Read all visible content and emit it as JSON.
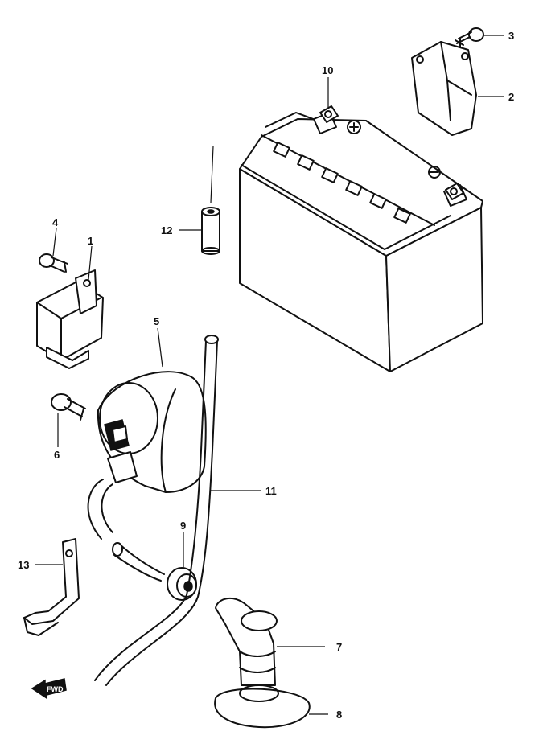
{
  "callouts": {
    "c1": "1",
    "c2": "2",
    "c3": "3",
    "c4": "4",
    "c5": "5",
    "c6": "6",
    "c7": "7",
    "c8": "8",
    "c9": "9",
    "c10": "10",
    "c11": "11",
    "c12": "12",
    "c13": "13"
  },
  "direction_indicator": {
    "label": "FWD",
    "icon": "arrow-left-icon"
  }
}
